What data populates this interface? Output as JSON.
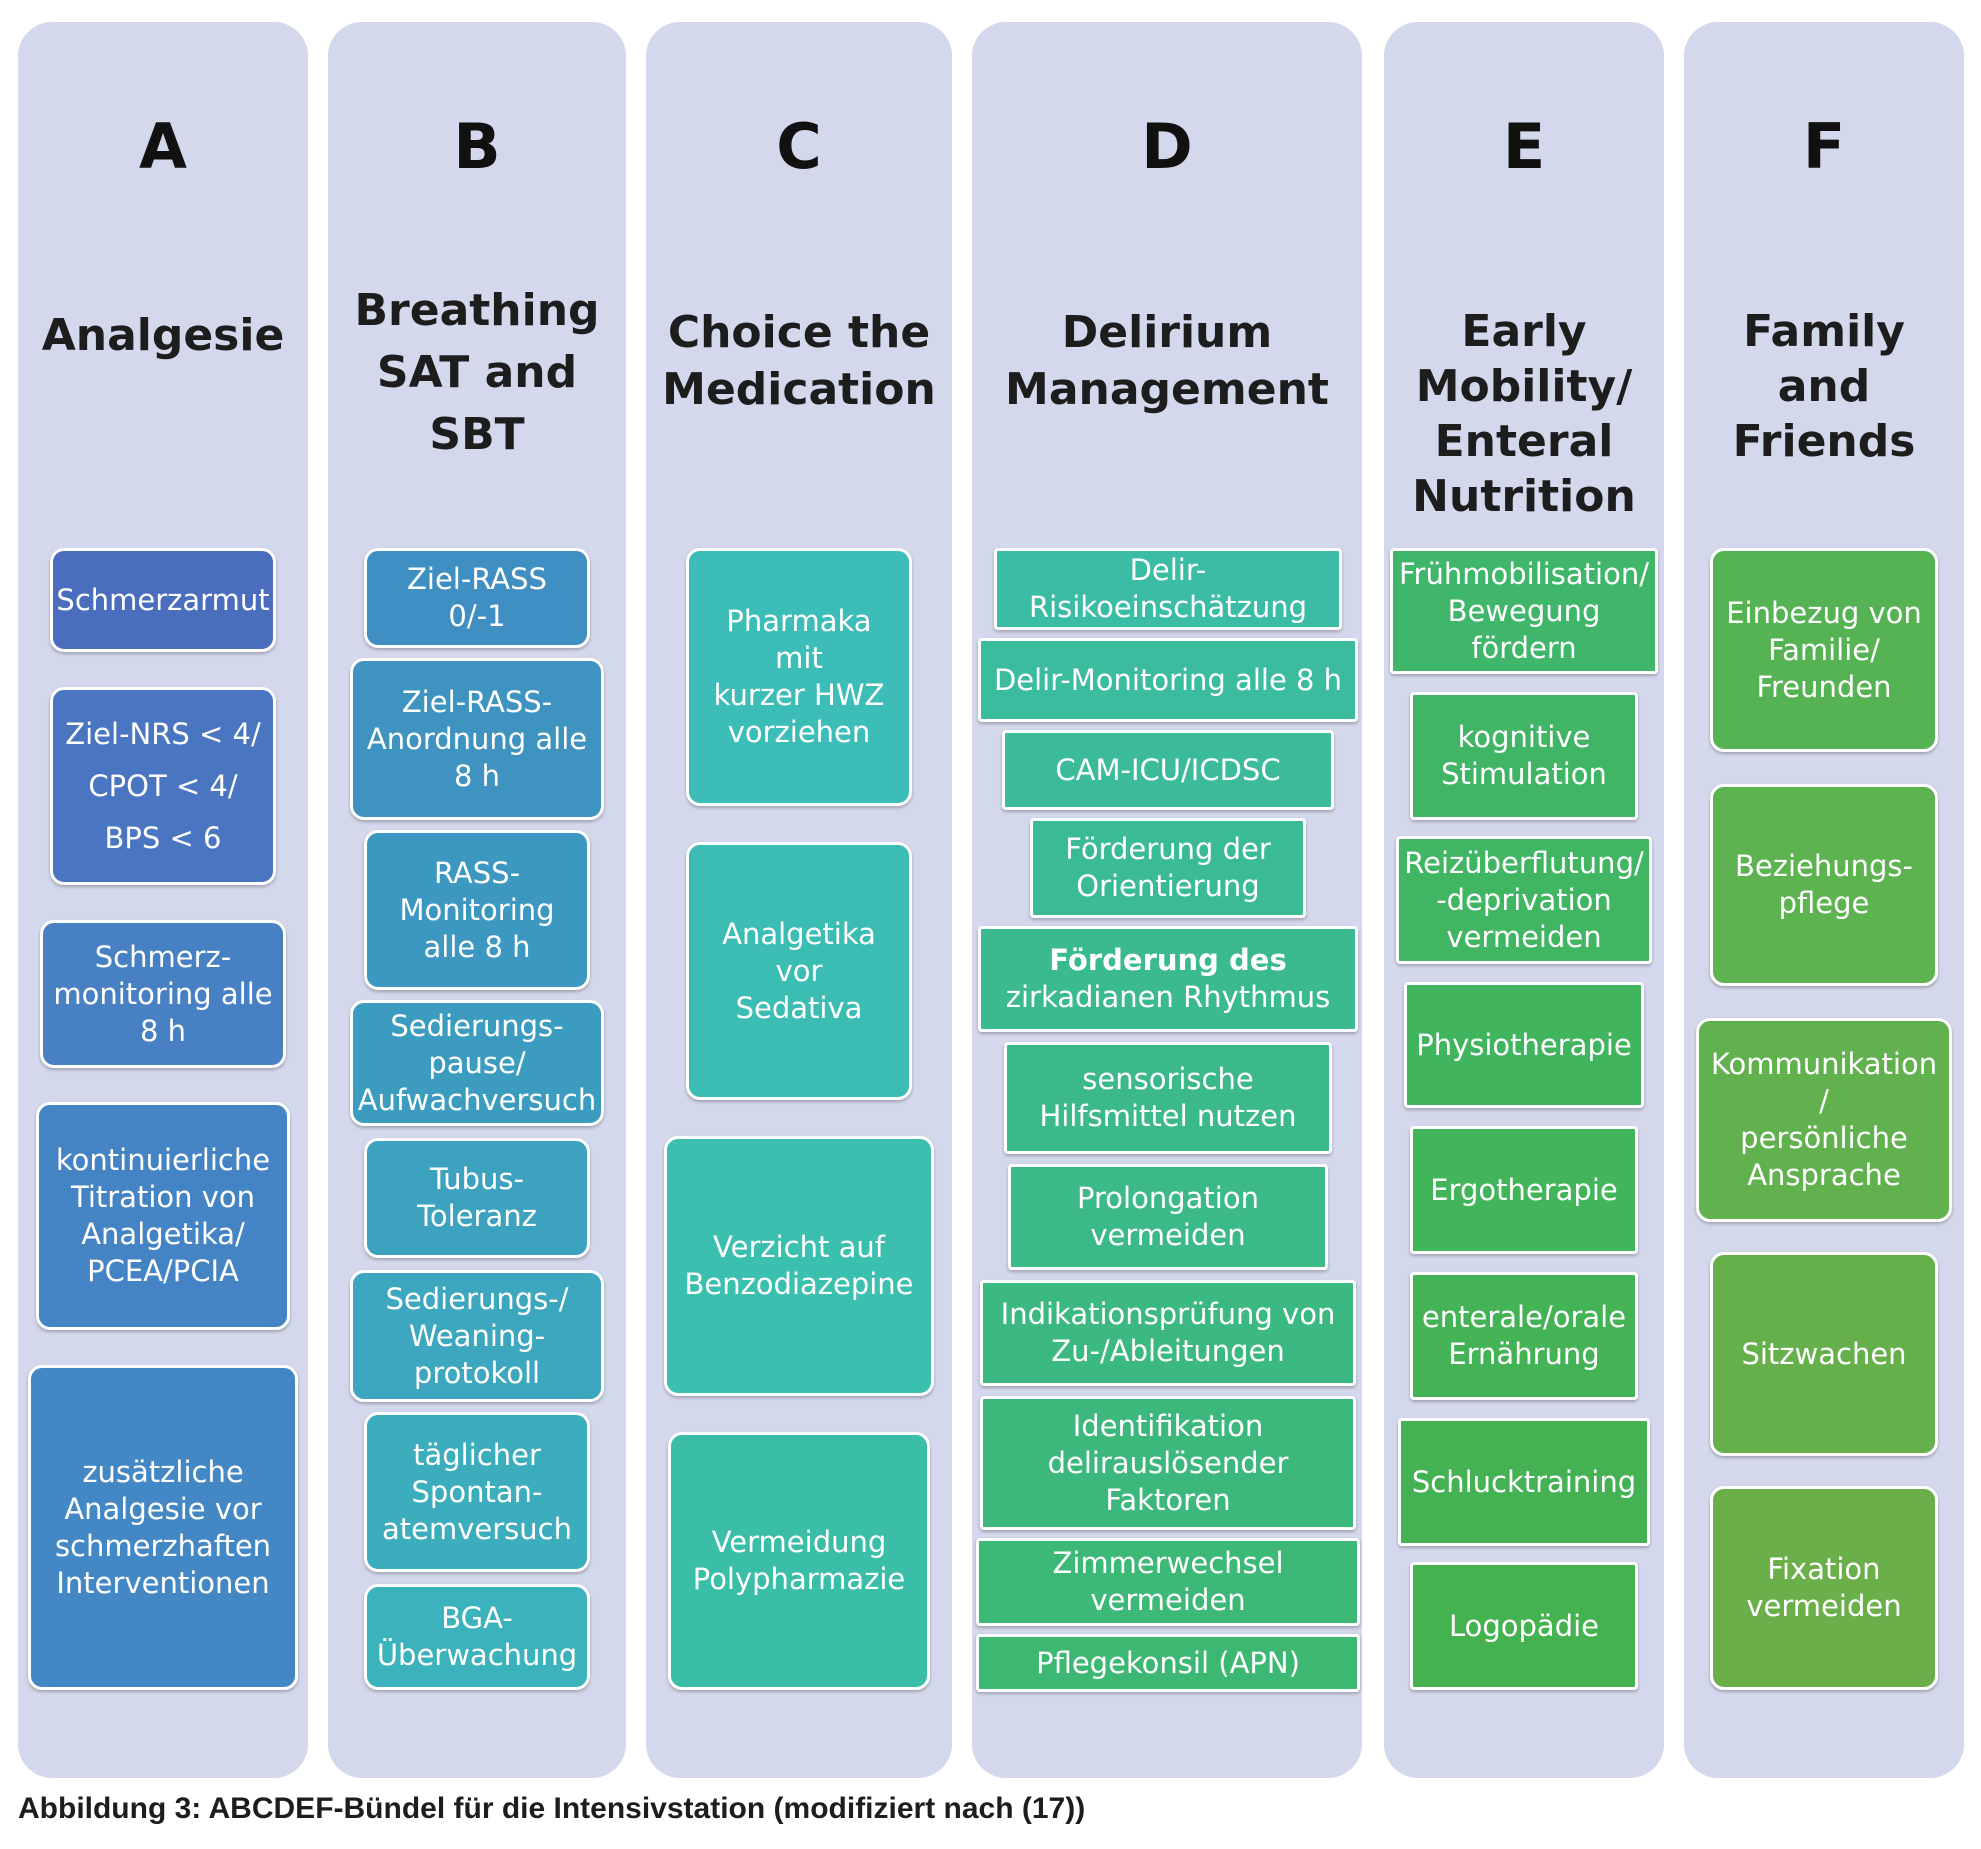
{
  "columns": [
    {
      "letter": "A",
      "title": "Analgesie",
      "items": [
        "Schmerzarmut",
        "Ziel-NRS < 4/\nCPOT < 4/\nBPS < 6",
        "Schmerz-\nmonitoring alle\n8 h",
        "kontinuierliche\nTitration von\nAnalgetika/\nPCEA/PCIA",
        "zusätzliche\nAnalgesie vor\nschmerzhaften\nInterventionen"
      ]
    },
    {
      "letter": "B",
      "title": "Breathing\nSAT and\nSBT",
      "items": [
        "Ziel-RASS 0/-1",
        "Ziel-RASS-\nAnordnung alle\n8 h",
        "RASS-\nMonitoring\nalle 8 h",
        "Sedierungs-\npause/\nAufwachversuch",
        "Tubus-\nToleranz",
        "Sedierungs-/\nWeaning-\nprotokoll",
        "täglicher\nSpontan-\natemversuch",
        "BGA-\nÜberwachung"
      ]
    },
    {
      "letter": "C",
      "title": "Choice the\nMedication",
      "items": [
        "Pharmaka mit\nkurzer HWZ\nvorziehen",
        "Analgetika vor\nSedativa",
        "Verzicht auf\nBenzodiazepine",
        "Vermeidung\nPolypharmazie"
      ]
    },
    {
      "letter": "D",
      "title": "Delirium\nManagement",
      "items": [
        "Delir-\nRisikoeinschätzung",
        "Delir-Monitoring alle 8 h",
        "CAM-ICU/ICDSC",
        "Förderung der\nOrientierung",
        "Förderung des",
        "zirkadianen Rhythmus",
        "sensorische\nHilfsmittel nutzen",
        "Prolongation\nvermeiden",
        "Indikationsprüfung von\nZu-/Ableitungen",
        "Identifikation\ndelirauslösender\nFaktoren",
        "Zimmerwechsel\nvermeiden",
        "Pflegekonsil (APN)"
      ]
    },
    {
      "letter": "E",
      "title": "Early\nMobility/\nEnteral\nNutrition",
      "items": [
        "Frühmobilisation/\nBewegung\nfördern",
        "kognitive\nStimulation",
        "Reizüberflutung/\n-deprivation\nvermeiden",
        "Physiotherapie",
        "Ergotherapie",
        "enterale/orale\nErnährung",
        "Schlucktraining",
        "Logopädie"
      ]
    },
    {
      "letter": "F",
      "title": "Family\nand\nFriends",
      "items": [
        "Einbezug von\nFamilie/\nFreunden",
        "Beziehungs-\npflege",
        "Kommunikation\n/\npersönliche\nAnsprache",
        "Sitzwachen",
        "Fixation\nvermeiden"
      ]
    }
  ],
  "caption": "Abbildung 3: ABCDEF-Bündel für die Intensivstation (modifiziert nach (17))",
  "colors": {
    "column_bg": "#d4d8ec",
    "A": "#4a7cc4",
    "B": "#3c9ec0",
    "C": "#3bbfae",
    "D": "#3cb879",
    "E": "#42b35a",
    "F": "#6ab04c"
  }
}
